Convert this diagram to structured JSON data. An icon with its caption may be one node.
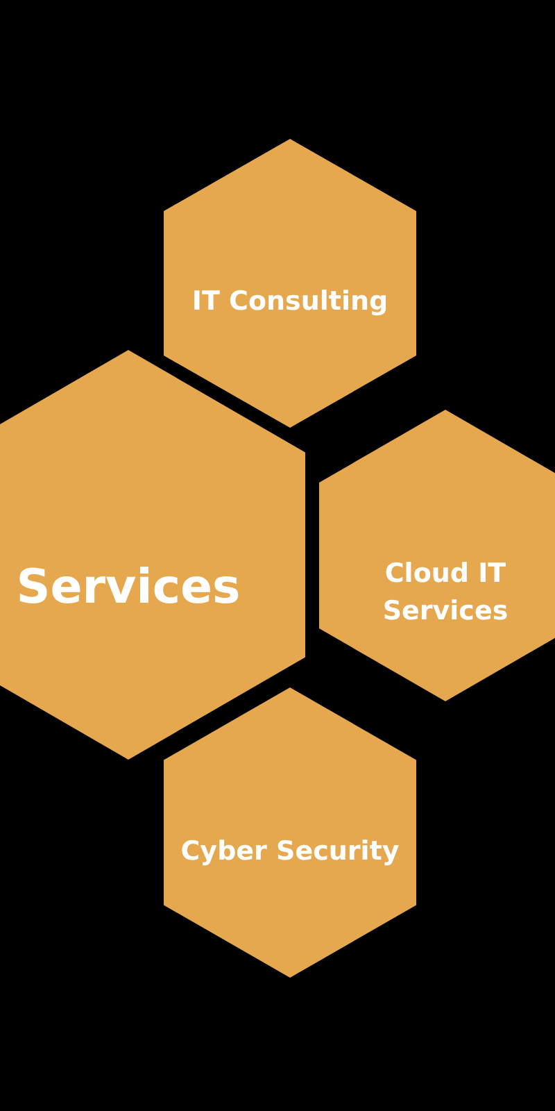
{
  "diagram": {
    "nodes": [
      {
        "text": [
          "IT Consulting"
        ]
      },
      {
        "text": [
          "Services"
        ]
      },
      {
        "text": [
          "Cloud IT Services"
        ]
      },
      {
        "text": [
          "Cyber Security"
        ]
      }
    ]
  }
}
